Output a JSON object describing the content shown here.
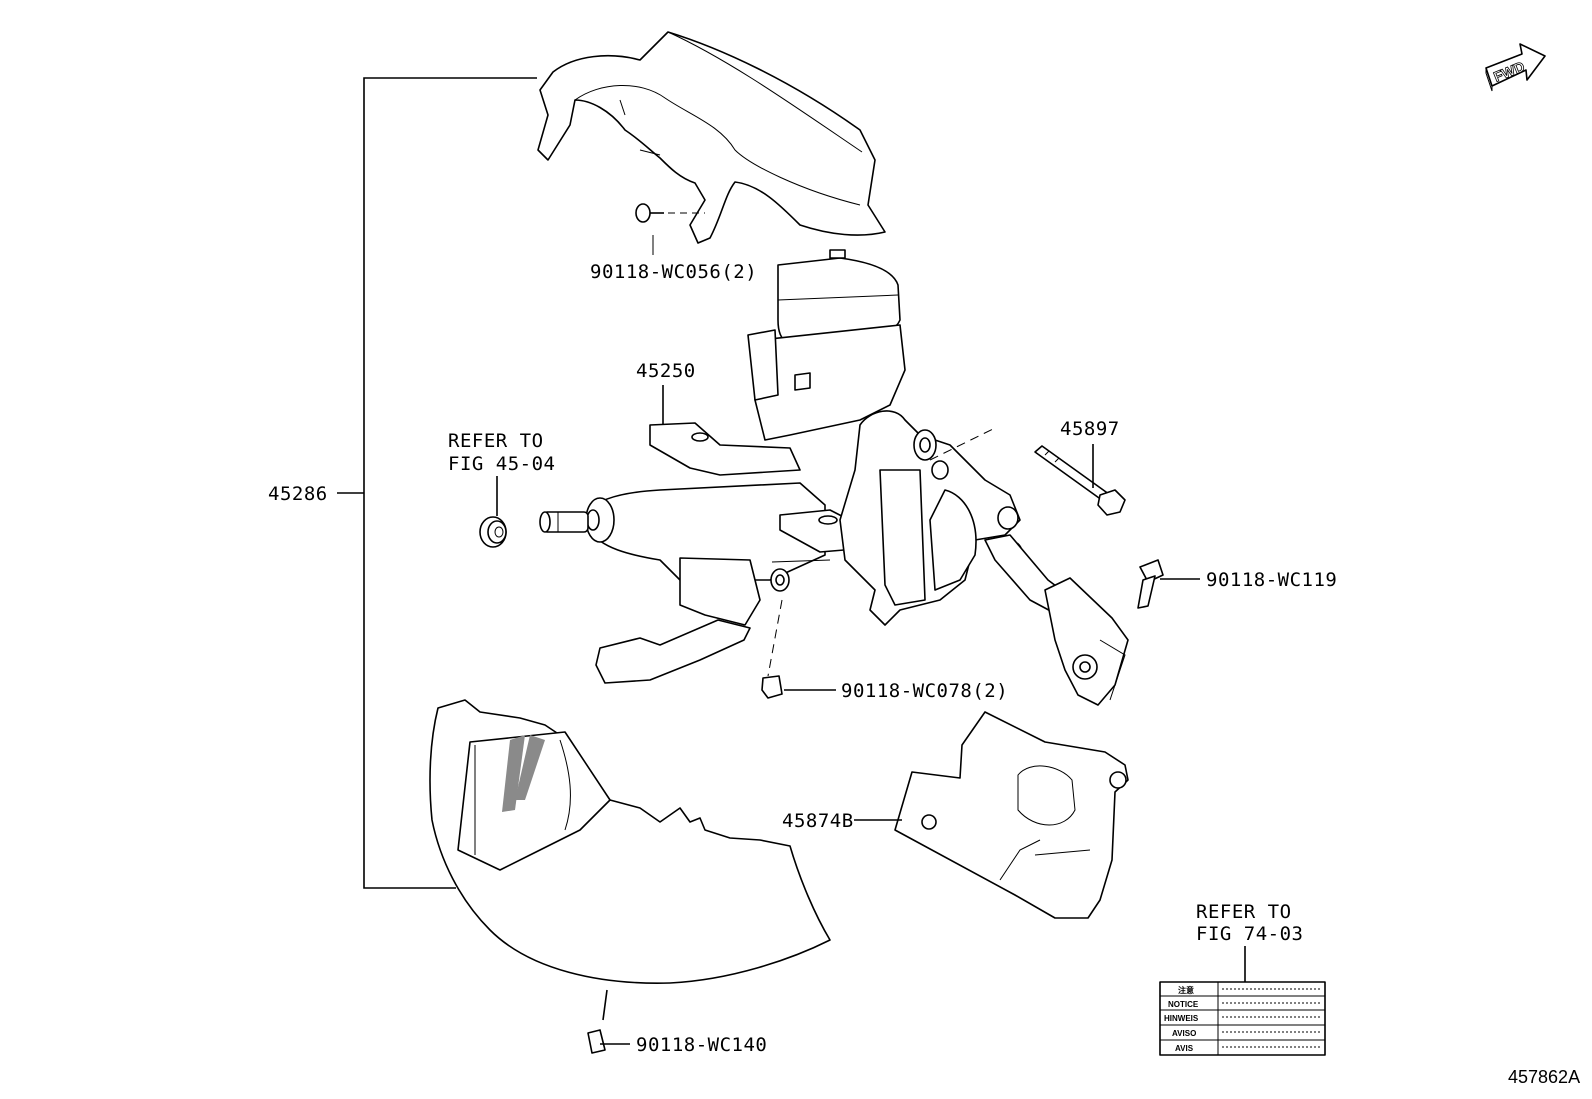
{
  "labels": {
    "cover_assy": "45286",
    "screw_upper": "90118-WC056(2)",
    "column_assy": "45250",
    "refer_upper_1": "REFER TO",
    "refer_upper_2": "FIG 45-04",
    "bolt_45897": "45897",
    "bolt_wc119": "90118-WC119",
    "nut_wc078": "90118-WC078(2)",
    "cover_45874b": "45874B",
    "refer_lower_1": "REFER TO",
    "refer_lower_2": "FIG 74-03",
    "screw_lower": "90118-WC140",
    "diagram_id": "457862A",
    "fwd_arrow": "FWD"
  },
  "caution_label": {
    "rows": [
      "注意",
      "NOTICE",
      "HINWEIS",
      "AVISO",
      "AVIS"
    ]
  },
  "colors": {
    "line": "#000000",
    "shade": "#8a8a8a",
    "background": "#ffffff"
  }
}
